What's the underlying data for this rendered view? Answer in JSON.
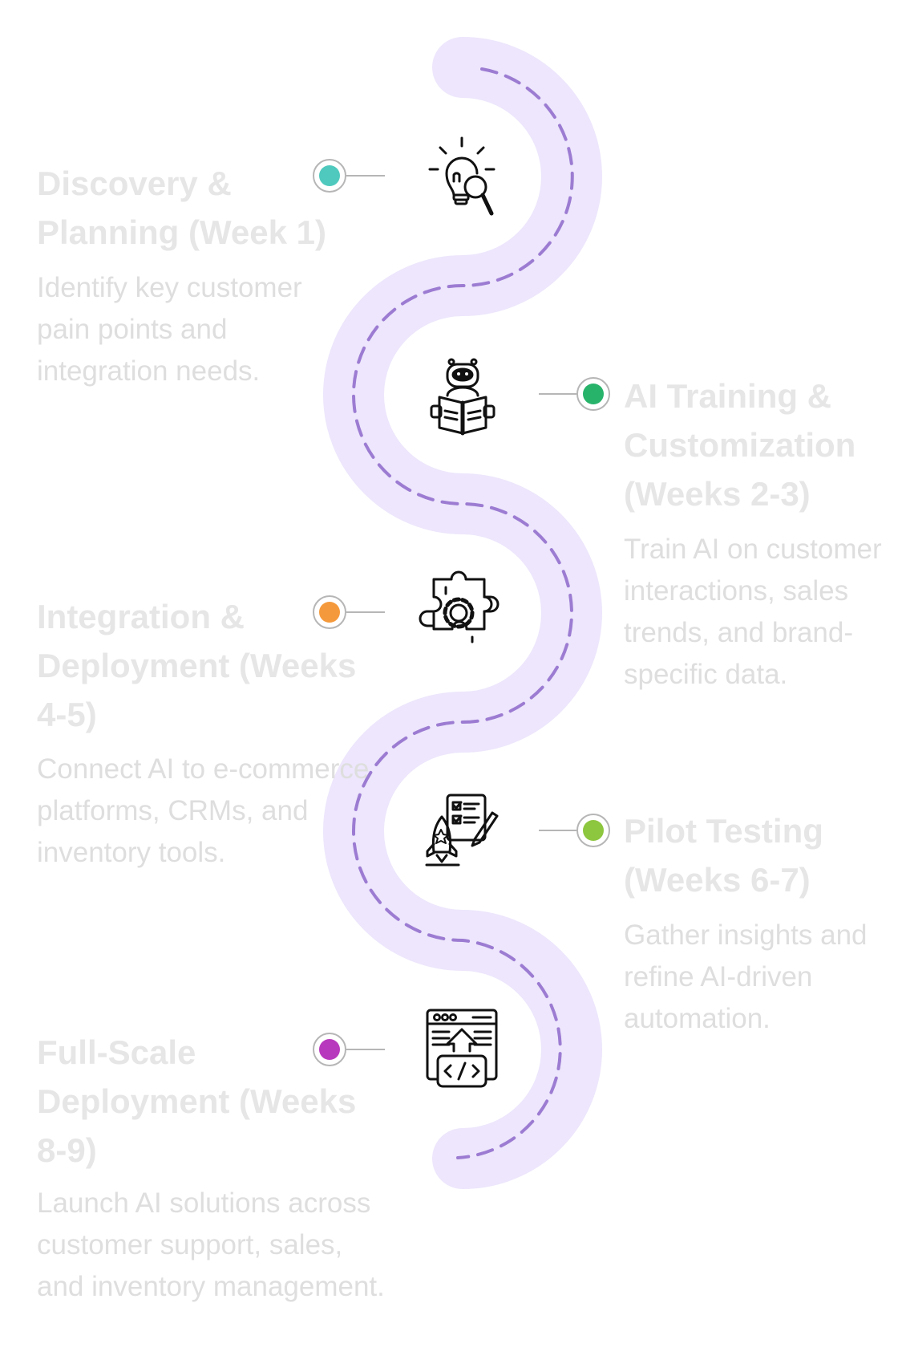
{
  "colors": {
    "path_fill": "#ede6fc",
    "path_dash": "#9c7cd2",
    "connector_line": "#b6b6b6",
    "dot_ring": "#b6b6b6",
    "icon_stroke": "#111111",
    "title_text": "#e6e6e6",
    "desc_text": "#dedede"
  },
  "steps": [
    {
      "title": "Discovery & Planning (Week 1)",
      "description": "Identify key customer pain points and integration needs.",
      "dot_color": "#4fc9bd",
      "icon": "lightbulb-magnifier-icon",
      "side": "left"
    },
    {
      "title": "AI Training & Customization (Weeks 2-3)",
      "description": "Train AI on customer interactions, sales trends, and brand-specific data.",
      "dot_color": "#28b36b",
      "icon": "robot-reading-book-icon",
      "side": "right"
    },
    {
      "title": "Integration & Deployment (Weeks 4-5)",
      "description": "Connect AI to e-commerce platforms, CRMs, and inventory tools.",
      "dot_color": "#f59a3c",
      "icon": "puzzle-gear-icon",
      "side": "left"
    },
    {
      "title": "Pilot Testing (Weeks 6-7)",
      "description": "Gather insights and refine AI-driven automation.",
      "dot_color": "#8dc63f",
      "icon": "rocket-checklist-icon",
      "side": "right"
    },
    {
      "title": "Full-Scale Deployment (Weeks 8-9)",
      "description": "Launch AI solutions across customer support, sales, and inventory management.",
      "dot_color": "#b838bd",
      "icon": "browser-code-upload-icon",
      "side": "left"
    }
  ]
}
